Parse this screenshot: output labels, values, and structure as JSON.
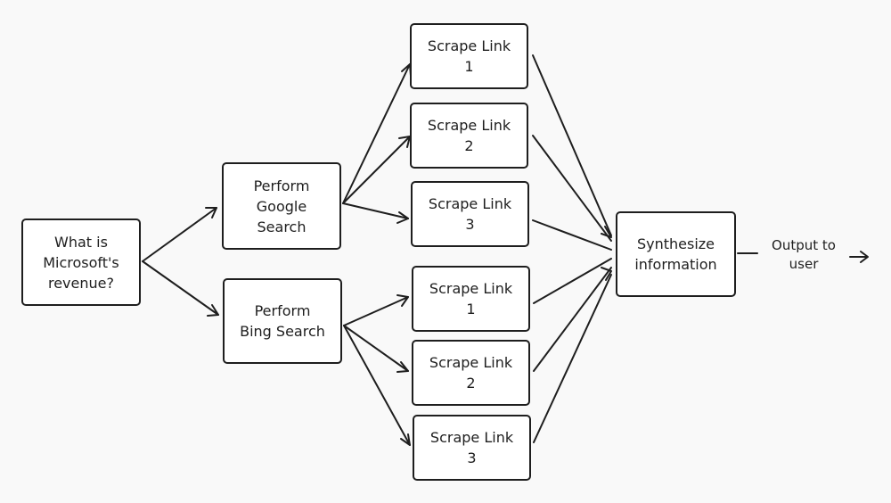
{
  "nodes": {
    "question": "What is\nMicrosoft's\nrevenue?",
    "google": "Perform\nGoogle\nSearch",
    "bing": "Perform\nBing Search",
    "google_scrape_1": "Scrape Link\n1",
    "google_scrape_2": "Scrape Link\n2",
    "google_scrape_3": "Scrape Link\n3",
    "bing_scrape_1": "Scrape Link\n1",
    "bing_scrape_2": "Scrape Link\n2",
    "bing_scrape_3": "Scrape Link\n3",
    "synthesize": "Synthesize\ninformation",
    "output": "Output to\nuser"
  },
  "edges": [
    {
      "from": "question",
      "to": "google"
    },
    {
      "from": "question",
      "to": "bing"
    },
    {
      "from": "google",
      "to": "google_scrape_1"
    },
    {
      "from": "google",
      "to": "google_scrape_2"
    },
    {
      "from": "google",
      "to": "google_scrape_3"
    },
    {
      "from": "bing",
      "to": "bing_scrape_1"
    },
    {
      "from": "bing",
      "to": "bing_scrape_2"
    },
    {
      "from": "bing",
      "to": "bing_scrape_3"
    },
    {
      "from": "google_scrape_1",
      "to": "synthesize"
    },
    {
      "from": "google_scrape_2",
      "to": "synthesize"
    },
    {
      "from": "google_scrape_3",
      "to": "synthesize"
    },
    {
      "from": "bing_scrape_1",
      "to": "synthesize"
    },
    {
      "from": "bing_scrape_2",
      "to": "synthesize"
    },
    {
      "from": "bing_scrape_3",
      "to": "synthesize"
    },
    {
      "from": "synthesize",
      "to": "output"
    }
  ],
  "colors": {
    "stroke": "#1e1e1e",
    "background": "#f9f9f9",
    "box_fill": "#ffffff"
  }
}
